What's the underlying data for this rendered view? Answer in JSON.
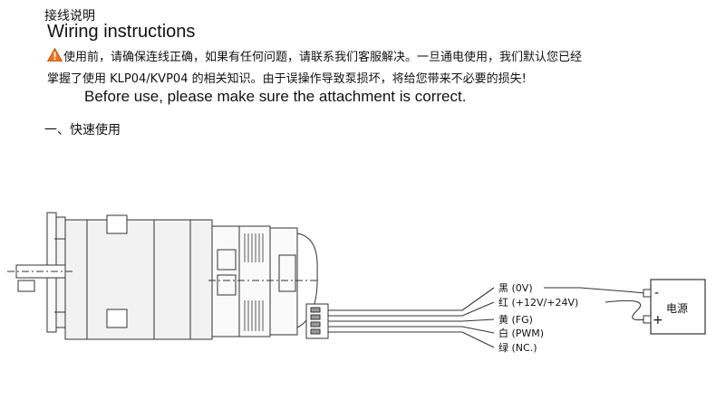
{
  "heading_cn": "接线说明",
  "heading_en": "Wiring instructions",
  "warning_line1": "使用前，请确保连线正确，如果有任何问题，请联系我们客服解决。一旦通电使用，我们默认您已经",
  "warning_line2": "掌握了使用 KLP04/KVP04 的相关知识。由于误操作导致泵损坏，将给您带来不必要的损失!",
  "before_use": "Before use, please make sure the attachment is correct.",
  "section_title": "一、快速使用",
  "wires": [
    {
      "color_cn": "黑",
      "signal": "(0V)"
    },
    {
      "color_cn": "红",
      "signal": "(+12V/+24V)"
    },
    {
      "color_cn": "黄",
      "signal": "(FG)"
    },
    {
      "color_cn": "白",
      "signal": "(PWM)"
    },
    {
      "color_cn": "绿",
      "signal": "(NC.)"
    }
  ],
  "power_supply": {
    "label": "电源",
    "minus": "-",
    "plus": "+"
  },
  "colors": {
    "warning_icon": "#e8731a",
    "line": "#333333"
  }
}
